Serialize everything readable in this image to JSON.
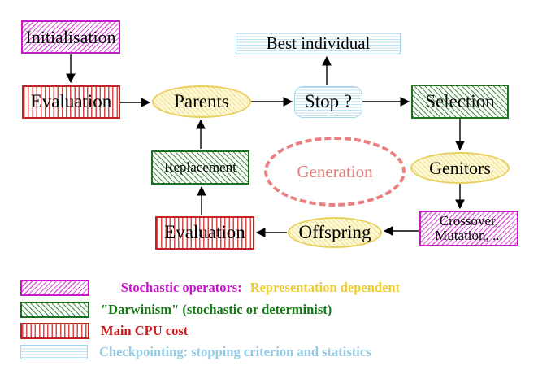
{
  "nodes": {
    "initialisation": "Initialisation",
    "evaluation_top": "Evaluation",
    "parents": "Parents",
    "best_individual": "Best individual",
    "stop": "Stop ?",
    "selection": "Selection",
    "replacement": "Replacement",
    "generation": "Generation",
    "genitors": "Genitors",
    "offspring": "Offspring",
    "evaluation_bottom": "Evaluation",
    "crossover_line1": "Crossover,",
    "crossover_line2": "Mutation, ..."
  },
  "legend": {
    "stochastic_label": "Stochastic operators:",
    "stochastic_suffix": "Representation dependent",
    "darwinism_label": "\"Darwinism\" (stochastic or determinist)",
    "cpu_label": "Main CPU cost",
    "checkpointing_label": "Checkpointing: stopping criterion and statistics"
  },
  "colors": {
    "magenta": "#c41bc4",
    "green": "#1c711c",
    "red": "#c42222",
    "light_blue": "#a4d6e8",
    "yellow_border": "#e9d05e",
    "yellow_fill": "#fefad9",
    "gold_text": "#eecb2e",
    "salmon": "#ea7f7f",
    "arrow": "#000000"
  }
}
